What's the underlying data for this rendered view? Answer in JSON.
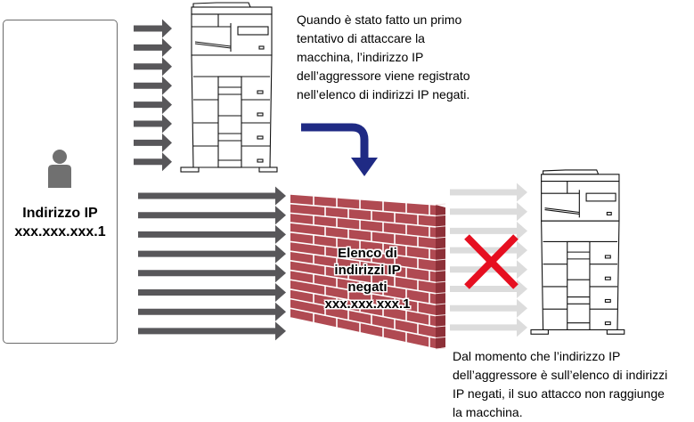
{
  "attacker": {
    "icon": "person-icon",
    "label_line1": "Indirizzo IP",
    "label_line2": "xxx.xxx.xxx.1"
  },
  "top_note": [
    "Quando è stato fatto un primo",
    "tentativo di attaccare la",
    "macchina, l’indirizzo IP",
    "dell’aggressore viene registrato",
    "nell’elenco di indirizzi IP negati."
  ],
  "firewall": {
    "label_line1": "Elenco di",
    "label_line2": "indirizzi IP",
    "label_line3": "negati",
    "label_line4": "xxx.xxx.xxx.1",
    "color": "#b04a52"
  },
  "bottom_note": [
    "Dal momento che l’indirizzo IP",
    "dell’aggressore è sull’elenco di indirizzi",
    "IP negati, il suo attacco non raggiunge",
    "la macchina."
  ],
  "colors": {
    "attack_arrow": "#58575a",
    "blocked_arrow": "#dcdcdc",
    "flow_arrow": "#1f2a84",
    "block_mark": "#e60f20"
  },
  "arrow_groups": {
    "first_attempt_count": 8,
    "blocked_attack_count": 8,
    "after_wall_count": 8
  }
}
